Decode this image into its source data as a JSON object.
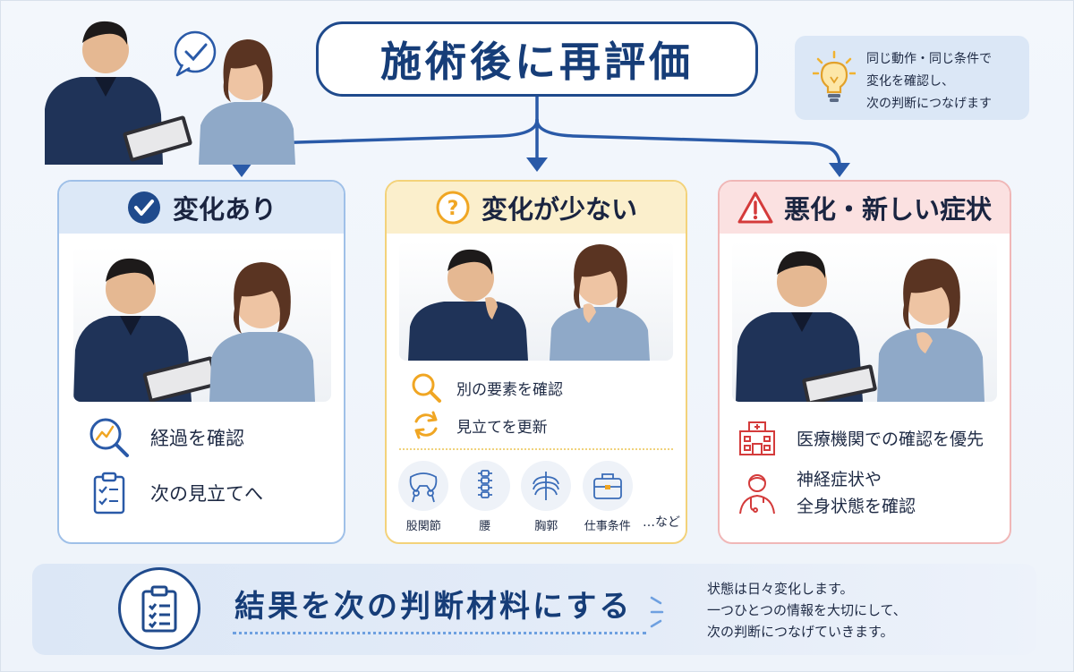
{
  "title": "施術後に再評価",
  "tip": {
    "icon": "lightbulb-icon",
    "lines": [
      "同じ動作・同じ条件で",
      "変化を確認し、",
      "次の判断につなげます"
    ]
  },
  "cards": {
    "change": {
      "title": "変化あり",
      "head_icon": "check-circle-icon",
      "items": [
        {
          "icon": "chart-magnifier-icon",
          "label": "経過を確認"
        },
        {
          "icon": "clipboard-checklist-icon",
          "label": "次の見立てへ"
        }
      ]
    },
    "little": {
      "title": "変化が少ない",
      "head_icon": "question-circle-icon",
      "items": [
        {
          "icon": "magnifier-icon",
          "label": "別の要素を確認"
        },
        {
          "icon": "refresh-icon",
          "label": "見立てを更新"
        }
      ],
      "body_parts": [
        {
          "icon": "hip-joint-icon",
          "label": "股関節"
        },
        {
          "icon": "spine-icon",
          "label": "腰"
        },
        {
          "icon": "ribcage-icon",
          "label": "胸郭"
        },
        {
          "icon": "briefcase-icon",
          "label": "仕事条件"
        }
      ],
      "etc": "…など"
    },
    "worse": {
      "title": "悪化・新しい症状",
      "head_icon": "warning-triangle-icon",
      "items": [
        {
          "icon": "hospital-icon",
          "label": "医療機関での確認を優先"
        },
        {
          "icon": "doctor-icon",
          "label_lines": [
            "神経症状や",
            "全身状態を確認"
          ]
        }
      ]
    }
  },
  "banner": {
    "icon": "clipboard-list-icon",
    "title": "結果を次の判断材料にする",
    "text_lines": [
      "状態は日々変化します。",
      "一つひとつの情報を大切にして、",
      "次の判断につなげていきます。"
    ]
  },
  "colors": {
    "navy": "#163d78",
    "blue_card": "#9fc0e8",
    "yellow_card": "#f3d27a",
    "red_card": "#f0b7b7",
    "warning_red": "#d43b3b",
    "question_orange": "#f0a623"
  }
}
